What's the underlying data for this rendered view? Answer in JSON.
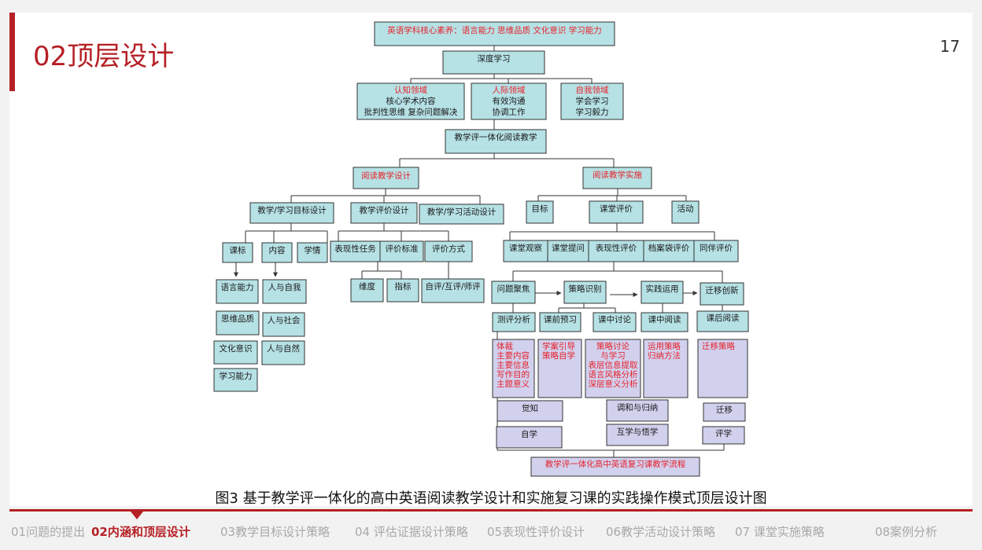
{
  "slide": {
    "title": "02顶层设计",
    "page_number": "17",
    "caption": "图3  基于教学评一体化的高中英语阅读教学设计和实施复习课的实践操作模式顶层设计图"
  },
  "nav": {
    "items": [
      {
        "label": "01问题的提出"
      },
      {
        "label": "02内涵和顶层设计",
        "active": true
      },
      {
        "label": "03教学目标设计策略"
      },
      {
        "label": "04 评估证据设计策略"
      },
      {
        "label": "05表现性评价设计"
      },
      {
        "label": "06教学活动设计策略"
      },
      {
        "label": "07 课堂实施策略"
      },
      {
        "label": "08案例分析"
      }
    ]
  },
  "diagram": {
    "top": {
      "core": "英语学科核心素养：语言能力 思维品质 文化意识 学习能力",
      "deep": "深度学习",
      "cognitive": [
        "认知领域",
        "核心学术内容",
        "批判性思维  复杂问题解决"
      ],
      "interpersonal": [
        "人际领域",
        "有效沟通",
        "协调工作"
      ],
      "self": [
        "自我领域",
        "学会学习",
        "学习毅力"
      ],
      "integration": "教学评一体化阅读教学"
    },
    "design": {
      "title": "阅读教学设计",
      "goal": "教学/学习目标设计",
      "eval": "教学评价设计",
      "activity": "教学/学习活动设计",
      "standard": "课标",
      "content": "内容",
      "situation": "学情",
      "competencies": [
        "语言能力",
        "思维品质",
        "文化意识",
        "学习能力"
      ],
      "themes": [
        "人与自我",
        "人与社会",
        "人与自然"
      ],
      "task": "表现性任务",
      "criteria": "评价标准",
      "method": "评价方式",
      "dimension": "维度",
      "indicator": "指标",
      "methods": "自评/互评/师评"
    },
    "implement": {
      "title": "阅读教学实施",
      "goal": "目标",
      "class_eval": "课堂评价",
      "activity": "活动",
      "eval_types": [
        "课堂观察",
        "课堂提问",
        "表现性评价",
        "档案袋评价",
        "同伴评价"
      ],
      "flow": [
        "问题聚焦",
        "策略识别",
        "实践运用",
        "迁移创新"
      ],
      "stages": [
        "测评分析",
        "课前预习",
        "课中讨论",
        "课中阅读",
        "课后阅读"
      ],
      "stage_details": [
        [
          "体裁",
          "主要内容",
          "主要信息",
          "写作目的",
          "主题意义"
        ],
        [
          "学案引导",
          "策略自学"
        ],
        [
          "策略讨论",
          "与学习",
          "表层信息提取",
          "语言风格分析",
          "深层意义分析"
        ],
        [
          "运用策略",
          "归纳方法"
        ],
        [
          "迁移策略"
        ]
      ],
      "outcomes": [
        "觉知",
        "调和与归纳",
        "迁移",
        "自学",
        "互学与悟学",
        "评学"
      ],
      "process": "教学评一体化高中英语复习课教学流程"
    }
  }
}
